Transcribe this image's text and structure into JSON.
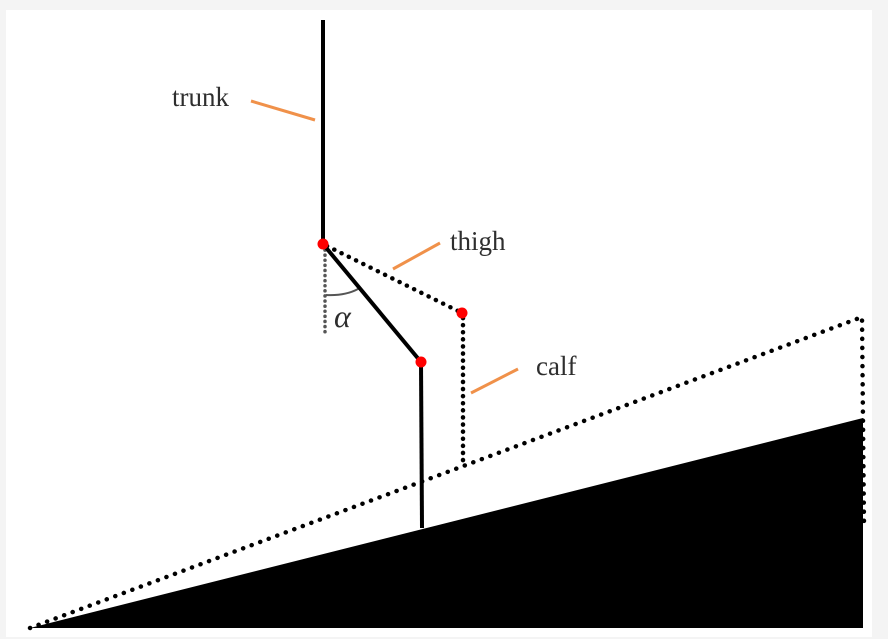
{
  "figure": {
    "labels": {
      "trunk": "trunk",
      "thigh": "thigh",
      "calf": "calf",
      "angle": "α"
    },
    "colors": {
      "line": "#000000",
      "joint": "#ff0000",
      "leader": "#f0914a",
      "ground": "#000000",
      "background": "#ffffff",
      "border": "#f4f4f4"
    },
    "elements": [
      "trunk segment (solid vertical)",
      "hip joint (red dot)",
      "thigh segment (solid, angled)",
      "knee joint (red dot)",
      "calf segment (solid vertical)",
      "reference thigh (dotted)",
      "reference knee (red dot)",
      "reference calf (dotted vertical)",
      "vertical reference line (dotted) with angle arc α",
      "inclined ground (black wedge)",
      "reference incline (dotted outline)"
    ]
  }
}
